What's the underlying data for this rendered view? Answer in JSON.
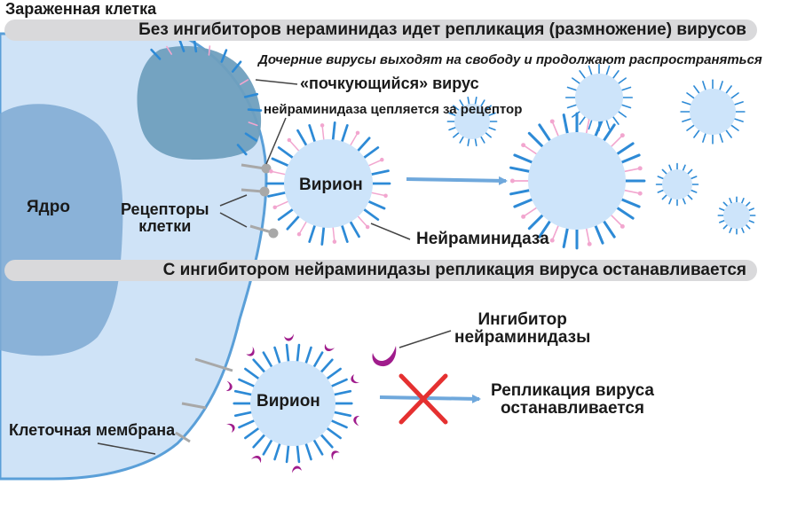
{
  "title": "Зараженная клетка",
  "banner_top": "Без ингибиторов нераминидаз идет репликация (размножение) вирусов",
  "banner_bottom": "С ингибитором нейраминидазы репликация вируса останавливается",
  "labels": {
    "daughter_viruses": "Дочерние вирусы выходят на свободу и продолжают распространяться",
    "budding_virus": "«почкующийся» вирус",
    "neuraminidase_binds": "нейраминидаза цепляется за рецептор",
    "nucleus": "Ядро",
    "receptors_line1": "Рецепторы",
    "receptors_line2": "клетки",
    "virion_top": "Вирион",
    "neuraminidase": "Нейраминидаза",
    "inhibitor_line1": "Ингибитор",
    "inhibitor_line2": "нейраминидазы",
    "virion_bottom": "Вирион",
    "replication_line1": "Репликация вируса",
    "replication_line2": "останавливается",
    "membrane": "Клеточная мембрана"
  },
  "colors": {
    "cell": "#cfe3f7",
    "membrane": "#5a9fd8",
    "nucleus": "#7ea9d2",
    "budding": "#6f9fbe",
    "virus_body": "#cde4fa",
    "spike": "#2d8ad6",
    "neuraminidase": "#f2a6cf",
    "inhibitor": "#a01c8c",
    "arrow": "#6fa8dc",
    "cross": "#e53030",
    "banner": "#d9d9db"
  }
}
